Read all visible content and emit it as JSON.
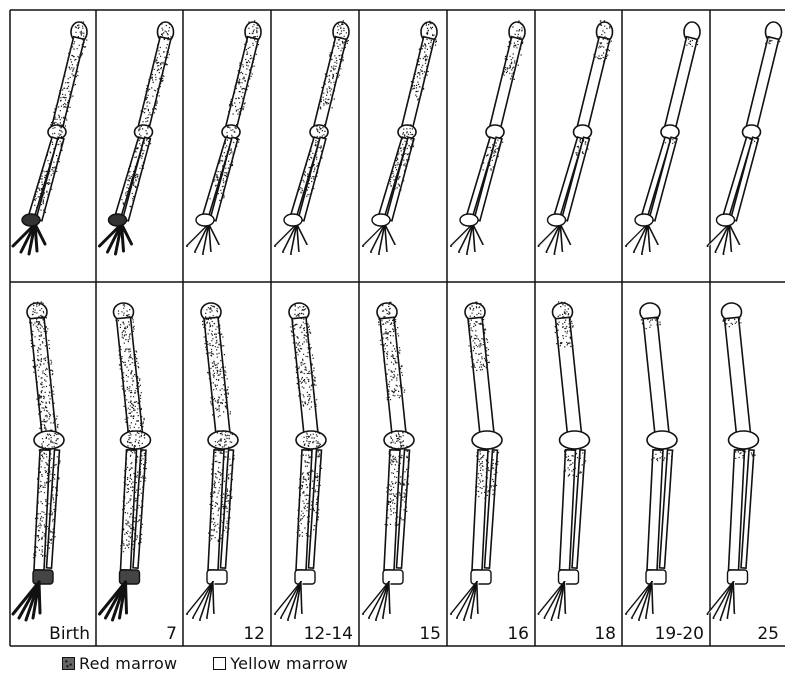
{
  "panels": [
    {
      "age_label": "Birth",
      "red_fraction": 1.0
    },
    {
      "age_label": "7",
      "red_fraction": 0.95
    },
    {
      "age_label": "12",
      "red_fraction": 0.85
    },
    {
      "age_label": "12-14",
      "red_fraction": 0.8
    },
    {
      "age_label": "15",
      "red_fraction": 0.7
    },
    {
      "age_label": "16",
      "red_fraction": 0.45
    },
    {
      "age_label": "18",
      "red_fraction": 0.25
    },
    {
      "age_label": "19-20",
      "red_fraction": 0.1
    },
    {
      "age_label": "25",
      "red_fraction": 0.08
    }
  ],
  "legend": {
    "red_label": "Red marrow",
    "yellow_label": "Yellow marrow"
  },
  "colors": {
    "ink": "#111111",
    "paper": "#ffffff",
    "stipple": "#1a1a1a"
  }
}
